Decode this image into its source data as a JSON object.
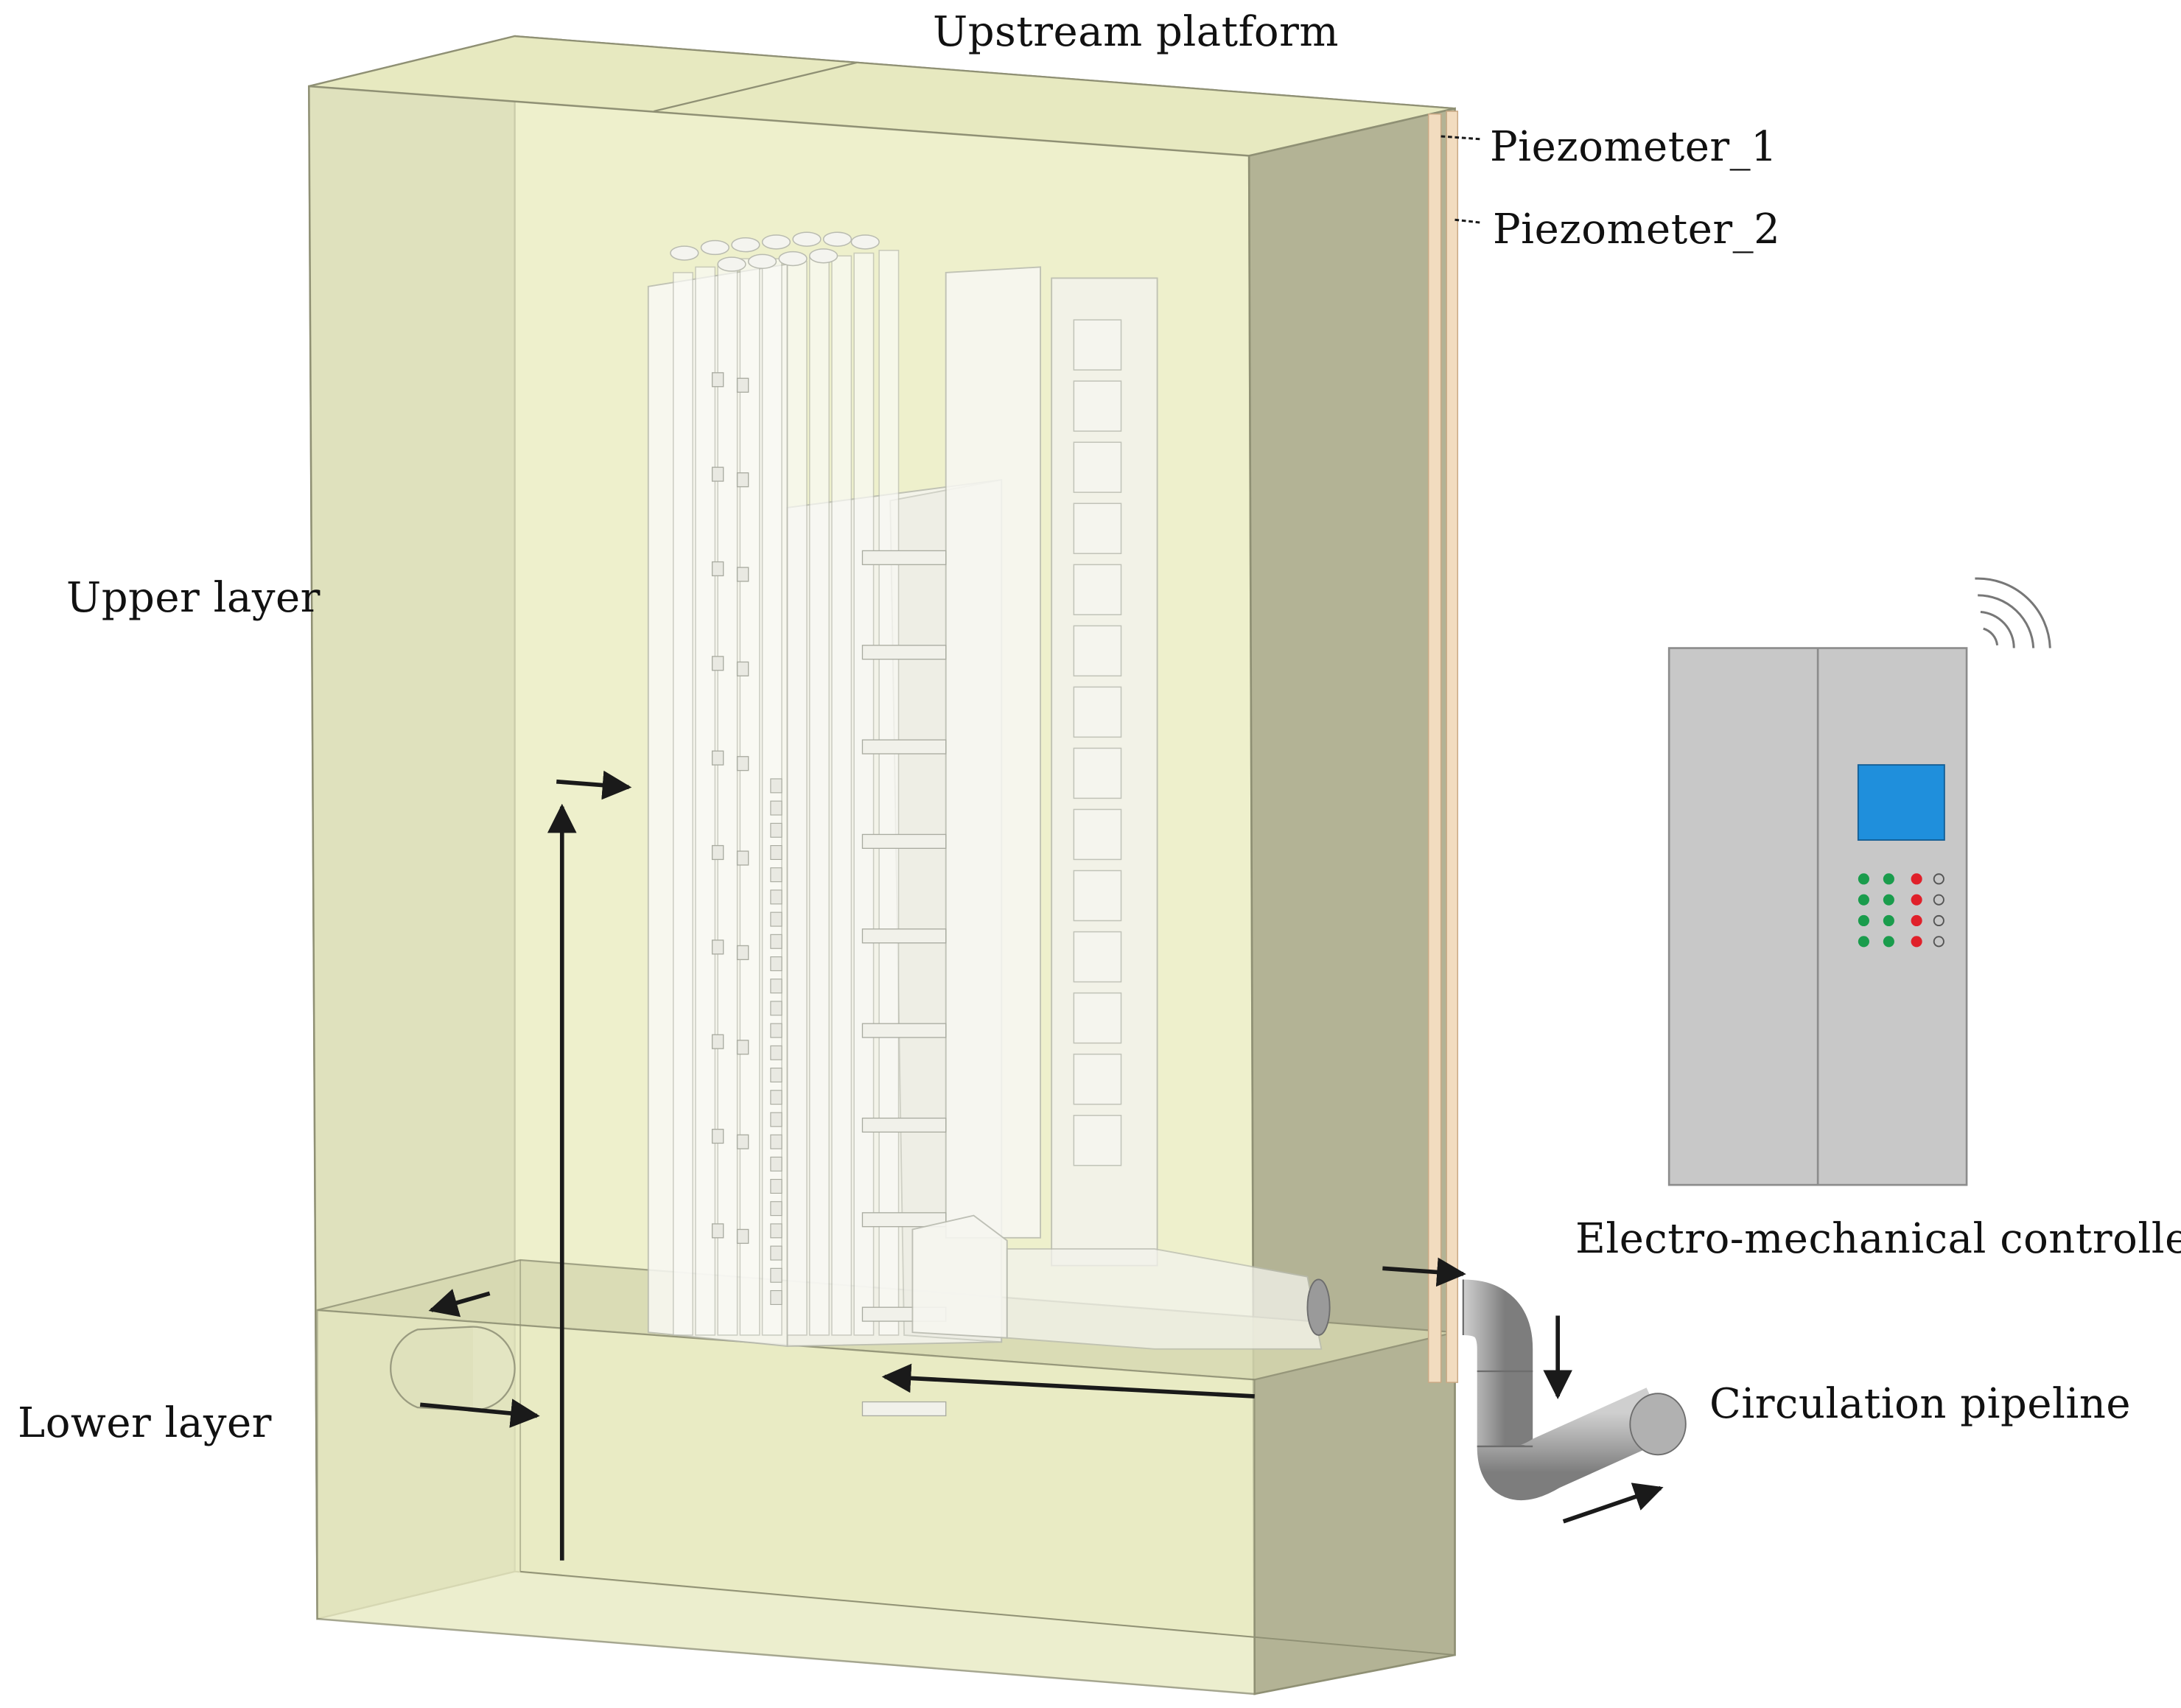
{
  "labels": {
    "upstream_platform": "Upstream platform",
    "piezometer_1": "Piezometer_1",
    "piezometer_2": "Piezometer_2",
    "upper_layer": "Upper layer",
    "lower_layer": "Lower layer",
    "electro_mechanical_controller": "Electro-mechanical controller",
    "circulation_pipeline": "Circulation pipeline"
  },
  "colors": {
    "tank_fill": "#eef0cc",
    "tank_side": "#b3b395",
    "tank_edge": "#8f9074",
    "piezometer_strip": "#f2dcbf",
    "pipe": "#a9a9a9",
    "cabinet": "#c8c8c8",
    "screen": "#1f8fdc",
    "led_green": "#1a9c4c",
    "led_red": "#e0202a",
    "arrow": "#1a1a1a"
  },
  "icons": {
    "wireless_signal": "wireless-signal-icon",
    "flow_arrows": "flow-arrow-icon"
  }
}
